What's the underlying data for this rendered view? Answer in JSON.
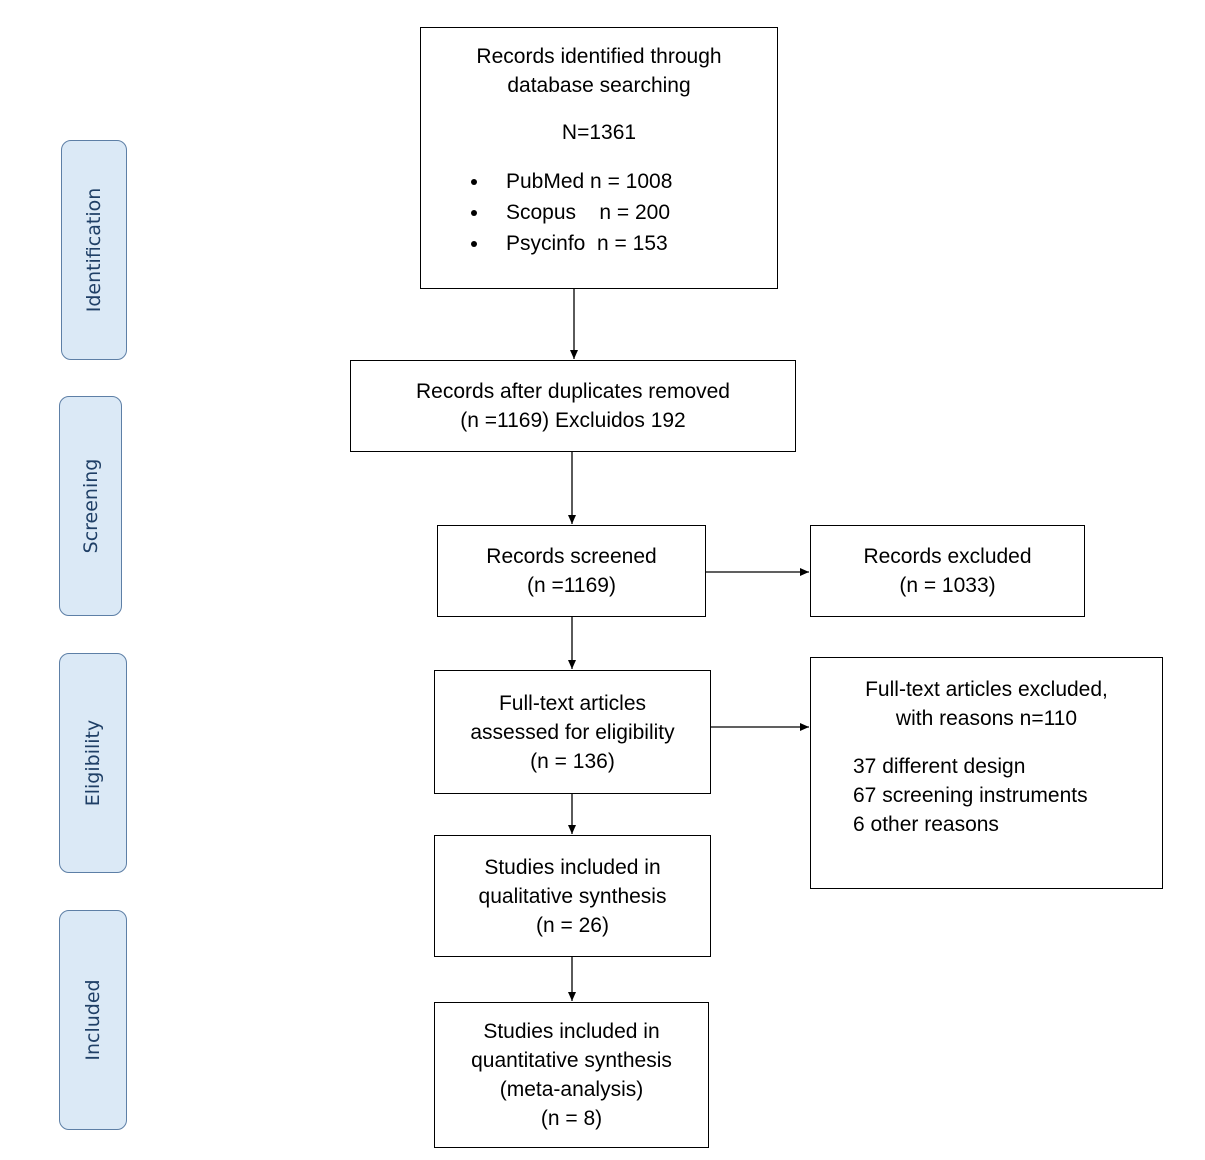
{
  "colors": {
    "phase_fill": "#dbe9f6",
    "phase_border": "#5d7fa6",
    "phase_text": "#1f3f66",
    "box_border": "#000000",
    "arrow": "#000000"
  },
  "phases": {
    "identification": "Identification",
    "screening": "Screening",
    "eligibility": "Eligibility",
    "included": "Included"
  },
  "boxes": {
    "identified": {
      "lines": [
        "Records identified through",
        "database searching"
      ],
      "total": "N=1361",
      "sources": [
        "PubMed n = 1008",
        "Scopus    n = 200",
        "Psycinfo  n = 153"
      ]
    },
    "duplicates_removed": {
      "lines": [
        "Records after duplicates removed",
        "(n =1169) Excluidos 192"
      ]
    },
    "screened": {
      "lines": [
        "Records screened",
        "(n =1169)"
      ]
    },
    "excluded": {
      "lines": [
        "Records excluded",
        "(n = 1033)"
      ]
    },
    "fulltext_assessed": {
      "lines": [
        "Full-text articles",
        "assessed for eligibility",
        "(n = 136)"
      ]
    },
    "fulltext_excluded": {
      "lines": [
        "Full-text articles excluded,",
        "with reasons n=110"
      ],
      "reasons": [
        "37 different design",
        "67 screening instruments",
        "6 other reasons"
      ]
    },
    "qualitative": {
      "lines": [
        "Studies included in",
        "qualitative synthesis",
        "(n = 26)"
      ]
    },
    "quantitative": {
      "lines": [
        "Studies included in",
        "quantitative synthesis",
        "(meta-analysis)",
        "(n = 8)"
      ]
    }
  }
}
